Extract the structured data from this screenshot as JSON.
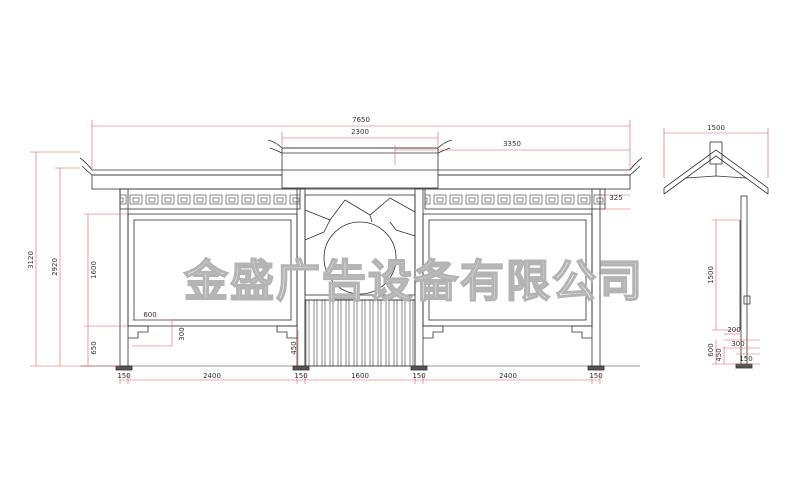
{
  "colors": {
    "line": "#333333",
    "dimension": "#e05a5a",
    "watermark_outline": "#b4b4b4"
  },
  "watermark": "金盛广告设备有限公司",
  "front_view": {
    "top_dims": {
      "total_width": "7650",
      "center_roof": "2300",
      "right_section": "3350"
    },
    "left_dims": {
      "total_height": "3120",
      "eave_height": "2920",
      "panel_height": "1600",
      "base_height": "650"
    },
    "inner_dims": {
      "bracket_width": "600",
      "bracket_height": "300",
      "center_gap": "450",
      "frieze": "325"
    },
    "bottom_dims": [
      "150",
      "2400",
      "150",
      "1600",
      "150",
      "2400",
      "150"
    ]
  },
  "side_view": {
    "dims": {
      "roof_width": "1500",
      "panel_height": "1500",
      "bracket_width": "200",
      "bracket_height": "300",
      "lower_a": "600",
      "lower_b": "450",
      "base": "150"
    }
  }
}
